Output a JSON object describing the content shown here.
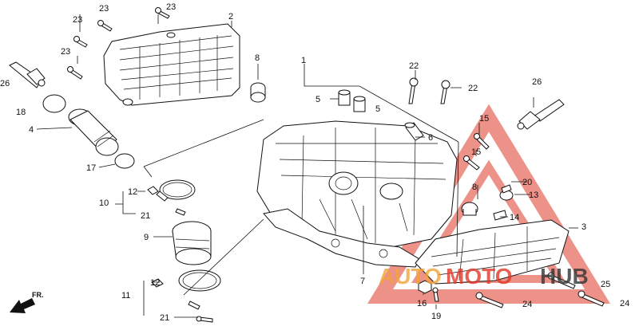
{
  "callouts": {
    "c1": "1",
    "c2": "2",
    "c3": "3",
    "c4": "4",
    "c5a": "5",
    "c5b": "5",
    "c6": "6",
    "c7": "7",
    "c8a": "8",
    "c8b": "8",
    "c9": "9",
    "c10": "10",
    "c11": "11",
    "c12a": "12",
    "c12b": "12",
    "c13": "13",
    "c14": "14",
    "c15a": "15",
    "c15b": "15",
    "c16": "16",
    "c17": "17",
    "c18": "18",
    "c19": "19",
    "c20": "20",
    "c21a": "21",
    "c21b": "21",
    "c22a": "22",
    "c22b": "22",
    "c23a": "23",
    "c23b": "23",
    "c23c": "23",
    "c24a": "24",
    "c24b": "24",
    "c25": "25",
    "c26a": "26",
    "c26b": "26"
  },
  "orientation": {
    "fr_label": "FR."
  },
  "watermark": {
    "part1": "AUTO",
    "part2": "MOTO",
    "part3": "HUB"
  },
  "colors": {
    "line": "#111111",
    "watermark_red": "#e03a2a",
    "watermark_orange": "#f2a33a",
    "watermark_dark": "#333333"
  }
}
